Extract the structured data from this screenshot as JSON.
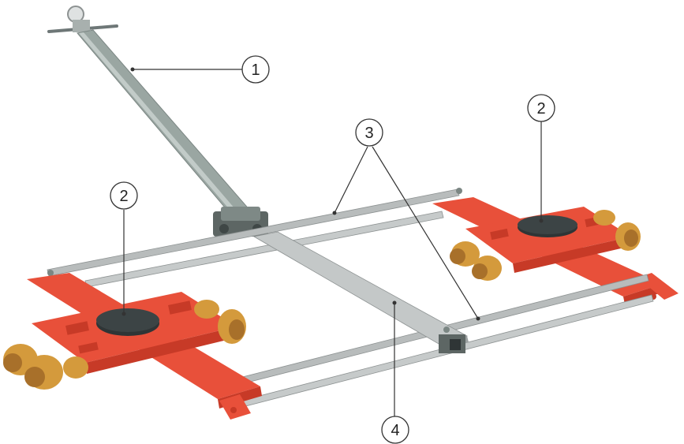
{
  "colors": {
    "background": "#ffffff",
    "bar": "#b8bcbc",
    "bar_dark": "#8d9292",
    "handle": "#9aa6a2",
    "skate_red": "#e8503a",
    "skate_red_dark": "#c73a27",
    "roller": "#d49a3c",
    "roller_dark": "#a8702a",
    "turntable": "#2f3536",
    "callout_line": "#333333"
  },
  "callouts": [
    {
      "id": "c1",
      "label": "1"
    },
    {
      "id": "c2a",
      "label": "2"
    },
    {
      "id": "c2b",
      "label": "2"
    },
    {
      "id": "c3",
      "label": "3"
    },
    {
      "id": "c4",
      "label": "4"
    }
  ]
}
